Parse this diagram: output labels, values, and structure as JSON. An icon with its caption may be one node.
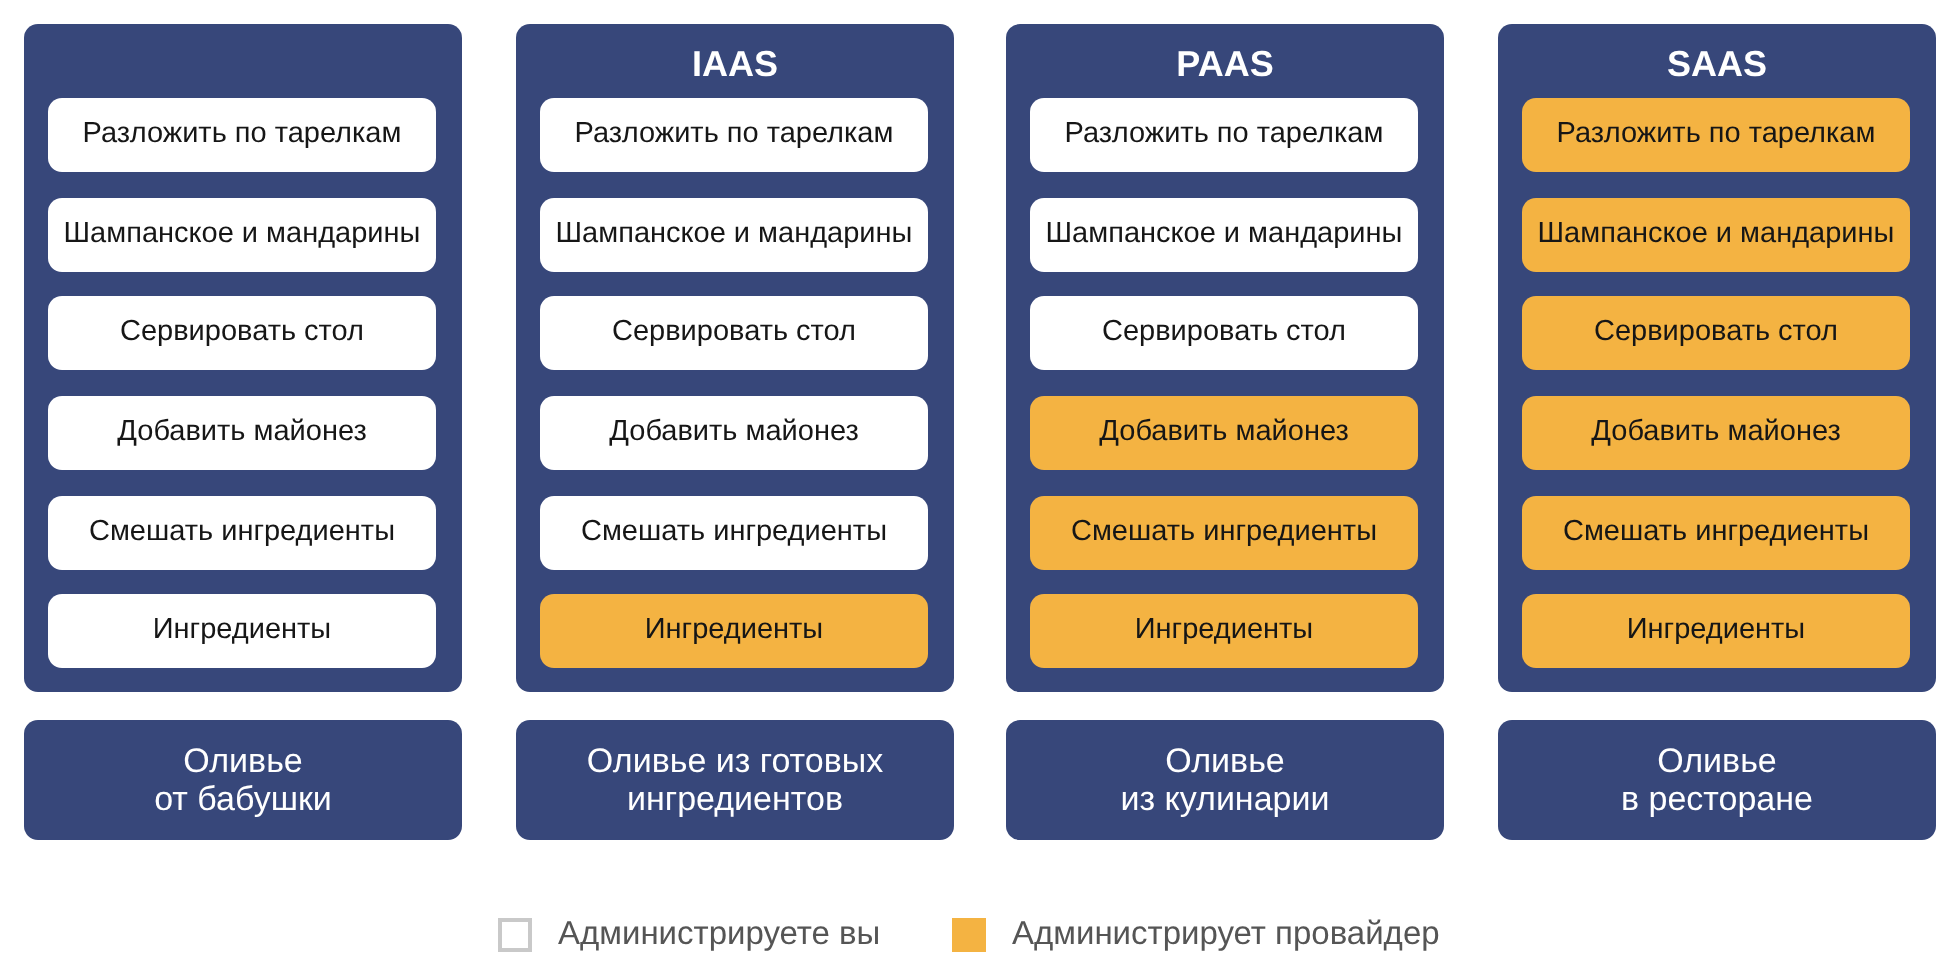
{
  "diagram": {
    "nodes": [
      {
        "text": [],
        "shape": "box"
      },
      {
        "text": [
          "Разложить по тарелкам"
        ],
        "in": 0
      },
      {
        "text": [
          "Шампанское и мандарины"
        ],
        "in": 0
      },
      {
        "text": [
          "Сервировать стол"
        ],
        "in": 0
      },
      {
        "text": [
          "Добавить майонез"
        ],
        "in": 0
      },
      {
        "text": [
          "Смешать ингредиенты"
        ],
        "in": 0
      },
      {
        "text": [
          "Ингредиенты"
        ],
        "in": 0
      },
      {
        "text": [
          "IAAS"
        ]
      },
      {
        "text": [
          "Разложить по тарелкам"
        ],
        "in": 7
      },
      {
        "text": [
          "Шампанское и мандарины"
        ],
        "in": 7
      },
      {
        "text": [
          "Сервировать стол"
        ],
        "in": 7
      },
      {
        "text": [
          "Добавить майонез"
        ],
        "in": 7
      },
      {
        "text": [
          "Смешать ингредиенты"
        ],
        "in": 7
      },
      {
        "text": [
          "Ингредиенты"
        ],
        "in": 7
      },
      {
        "text": [
          "PAAS"
        ]
      },
      {
        "text": [
          "Разложить по тарелкам"
        ],
        "in": 14
      },
      {
        "text": [
          "Шампанское и мандарины"
        ],
        "in": 14
      },
      {
        "text": [
          "Сервировать стол"
        ],
        "in": 14
      },
      {
        "text": [
          "Добавить майонез"
        ],
        "in": 14
      },
      {
        "text": [
          "Смешать ингредиенты"
        ],
        "in": 14
      },
      {
        "text": [
          "Ингредиенты"
        ],
        "in": 14
      },
      {
        "text": [
          "SAAS"
        ]
      },
      {
        "text": [
          "Разложить по тарелкам"
        ],
        "in": 21
      },
      {
        "text": [
          "Шампанское и мандарины"
        ],
        "in": 21
      },
      {
        "text": [
          "Сервировать стол"
        ],
        "in": 21
      },
      {
        "text": [
          "Добавить майонез"
        ],
        "in": 21
      },
      {
        "text": [
          "Смешать ингредиенты"
        ],
        "in": 21
      },
      {
        "text": [
          "Ингредиенты"
        ],
        "in": 21
      },
      {
        "text": [
          "Оливье от бабушки"
        ]
      },
      {
        "text": [
          "Оливье из готовых ингредиентов"
        ]
      },
      {
        "text": [
          "Оливье из кулинарии"
        ]
      },
      {
        "text": [
          "Оливье в ресторане"
        ]
      }
    ],
    "legend": [
      {
        "text": "Администрируете вы",
        "color": "#ffffff"
      },
      {
        "text": "Администрирует провайдер",
        "color": "#f4b342"
      }
    ]
  }
}
